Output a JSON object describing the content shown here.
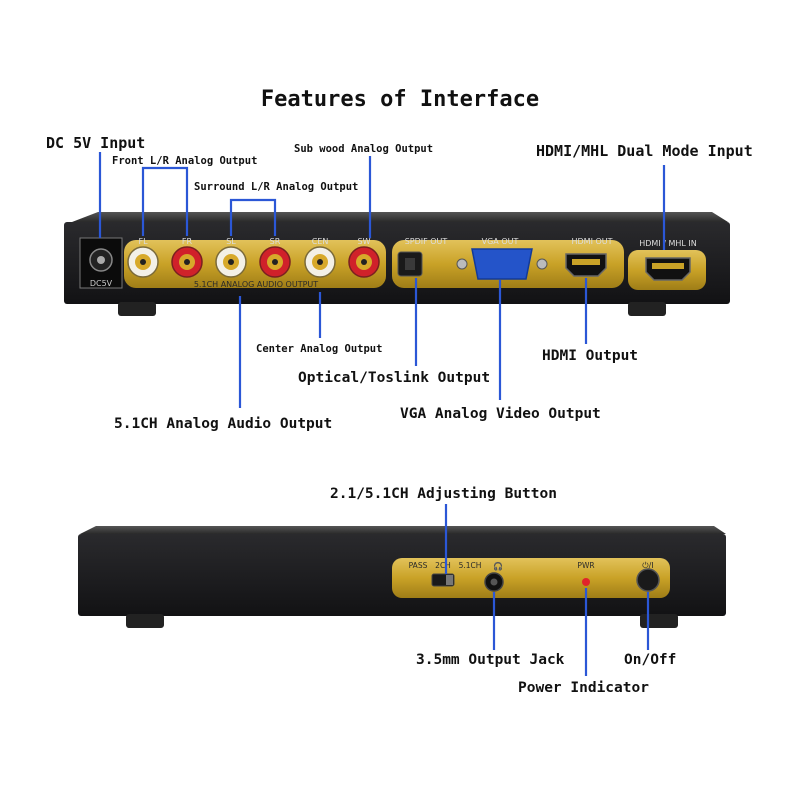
{
  "title": "Features of Interface",
  "callouts": {
    "dc5v": "DC 5V Input",
    "front_lr": "Front L/R Analog Output",
    "subwood": "Sub wood Analog Output",
    "surround_lr": "Surround L/R Analog Output",
    "hdmi_mhl_in": "HDMI/MHL Dual Mode Input",
    "center": "Center Analog Output",
    "hdmi_out": "HDMI Output",
    "optical": "Optical/Toslink Output",
    "analog51": "5.1CH Analog Audio Output",
    "vga": "VGA Analog Video Output",
    "adjust": "2.1/5.1CH Adjusting Button",
    "jack": "3.5mm Output Jack",
    "onoff": "On/Off",
    "power": "Power Indicator"
  },
  "panel_labels": {
    "dc5v": "DC5V",
    "fl": "FL",
    "fr": "FR",
    "sl": "SL",
    "sr": "SR",
    "cen": "CEN",
    "sw": "SW",
    "analog_out": "5.1CH ANALOG AUDIO OUTPUT",
    "spdif": "SPDIF OUT",
    "vga_out": "VGA OUT",
    "hdmi_out": "HDMI OUT",
    "hdmi_mhl_in": "HDMI / MHL IN",
    "pass": "PASS",
    "ch2": "2CH",
    "ch51": "5.1CH",
    "headphone": "🎧",
    "pwr": "PWR",
    "power_symbol": "⏻/I"
  },
  "colors": {
    "callout_line": "#2b57d6",
    "gold_panel": "#c9a227",
    "device_body": "#1b1b1d"
  }
}
